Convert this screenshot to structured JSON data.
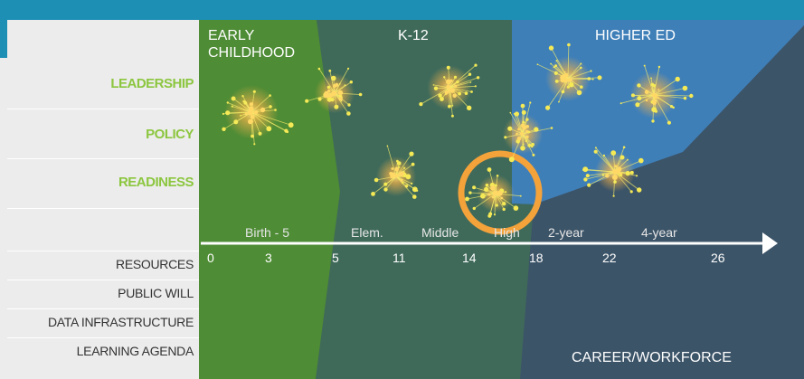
{
  "zones": {
    "early_childhood": "EARLY\nCHILDHOOD",
    "k12": "K-12",
    "higher_ed": "HIGHER ED",
    "career": "CAREER/WORKFORCE"
  },
  "rows_top": [
    {
      "label": "LEADERSHIP",
      "color": "#8cc63f"
    },
    {
      "label": "POLICY",
      "color": "#8cc63f"
    },
    {
      "label": "READINESS",
      "color": "#8cc63f"
    }
  ],
  "rows_bottom": [
    {
      "label": "RESOURCES"
    },
    {
      "label": "PUBLIC WILL"
    },
    {
      "label": "DATA INFRASTRUCTURE"
    },
    {
      "label": "LEARNING AGENDA"
    }
  ],
  "stages": [
    "Birth - 5",
    "Elem.",
    "Middle",
    "High",
    "2-year",
    "4-year"
  ],
  "ages": [
    "0",
    "3",
    "5",
    "11",
    "14",
    "18",
    "22",
    "26"
  ],
  "colors": {
    "early_childhood": "#4e8c35",
    "k12": "#3f6a5a",
    "higher_ed": "#3f7fb8",
    "career": "#3c5468",
    "accent": "#f4a23a",
    "brand_bar": "#1d8fb5"
  },
  "highlight": {
    "stage": "High",
    "row": "READINESS"
  }
}
